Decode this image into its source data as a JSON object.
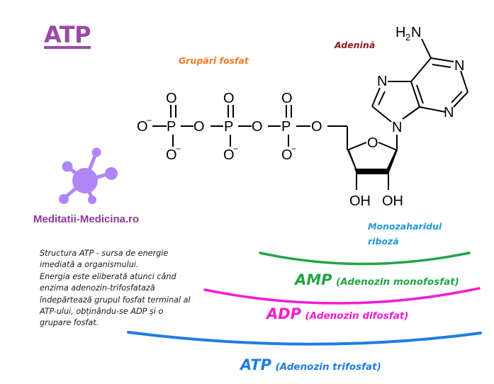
{
  "title": "ATP",
  "labels": {
    "phosphate_groups": "Grupări fosfat",
    "adenine": "Adenină",
    "ribose_line1": "Monozaharidul",
    "ribose_line2": "riboză"
  },
  "brand": {
    "name": "Meditatii-Medicina.ro",
    "logo_icon": "molecule-icon",
    "logo_color": "#b085f5"
  },
  "description": {
    "lines": [
      "Structura ATP - sursa de energie",
      "imediată a organismului.",
      "Energia este eliberată atunci când",
      "enzima adenozin-trifosfatază",
      "îndepărtează grupul fosfat terminal al",
      "ATP-ului, obținându-se ADP și o",
      "grupare fosfat."
    ]
  },
  "molecule": {
    "atoms": {
      "oxygen": "O",
      "phosphorus": "P",
      "nitrogen": "N",
      "hydroxyl": "OH",
      "amine_h": "H",
      "amine_sub": "2",
      "amine_n": "N",
      "negative_charge": "−"
    }
  },
  "forms": [
    {
      "abbr": "AMP",
      "name": "(Adenozin monofosfat)",
      "color": "#22a447"
    },
    {
      "abbr": "ADP",
      "name": "(Adenozin difosfat)",
      "color": "#f21bd6"
    },
    {
      "abbr": "ATP",
      "name": "(Adenozin trifosfat)",
      "color": "#1e7de0"
    }
  ],
  "colors": {
    "title": "#9b4aa6",
    "phosphate_label": "#f47a22",
    "adenine_label": "#8b1a1a",
    "ribose_label": "#1e9ad6"
  }
}
